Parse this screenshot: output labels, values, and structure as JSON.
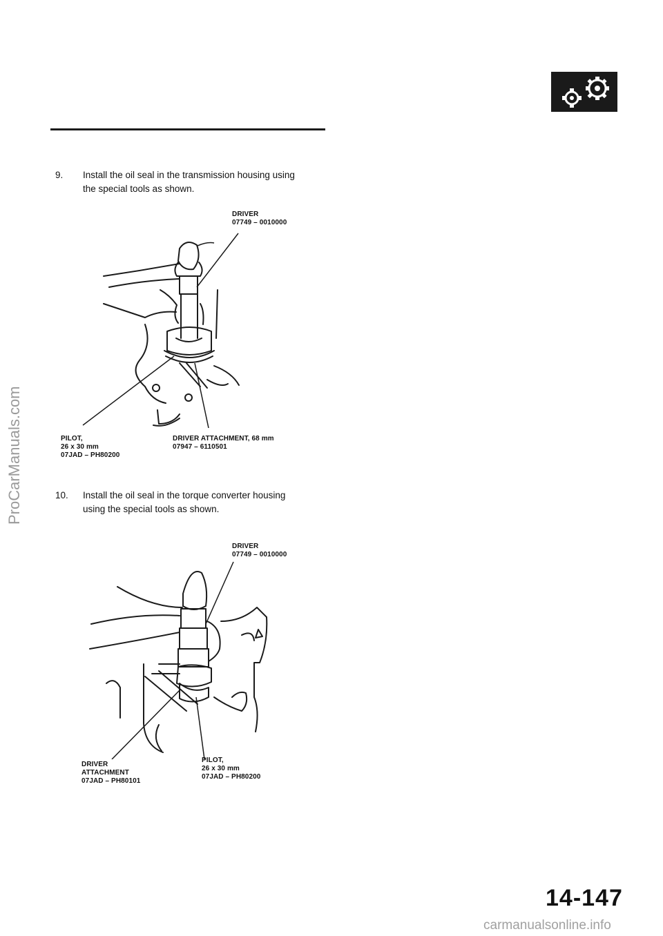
{
  "steps": [
    {
      "number": "9.",
      "line1": "Install the oil seal in the transmission housing using",
      "line2": "the special tools as shown."
    },
    {
      "number": "10.",
      "line1": "Install the oil seal in the torque converter housing",
      "line2": "using the special tools as shown."
    }
  ],
  "figure1": {
    "driver": {
      "name": "DRIVER",
      "part": "07749 – 0010000"
    },
    "pilot": {
      "name": "PILOT,",
      "size": "26 x 30 mm",
      "part": "07JAD – PH80200"
    },
    "attachment": {
      "name": "DRIVER ATTACHMENT, 68 mm",
      "part": "07947 – 6110501"
    }
  },
  "figure2": {
    "driver": {
      "name": "DRIVER",
      "part": "07749 – 0010000"
    },
    "attachment": {
      "name": "DRIVER",
      "name2": "ATTACHMENT",
      "part": "07JAD – PH80101"
    },
    "pilot": {
      "name": "PILOT,",
      "size": "26 x 30 mm",
      "part": "07JAD – PH80200"
    }
  },
  "page_number": "14-147",
  "watermarks": {
    "left": "ProCarManuals.com",
    "bottom": "carmanualsonline.info"
  },
  "section_icon": "gears-icon"
}
